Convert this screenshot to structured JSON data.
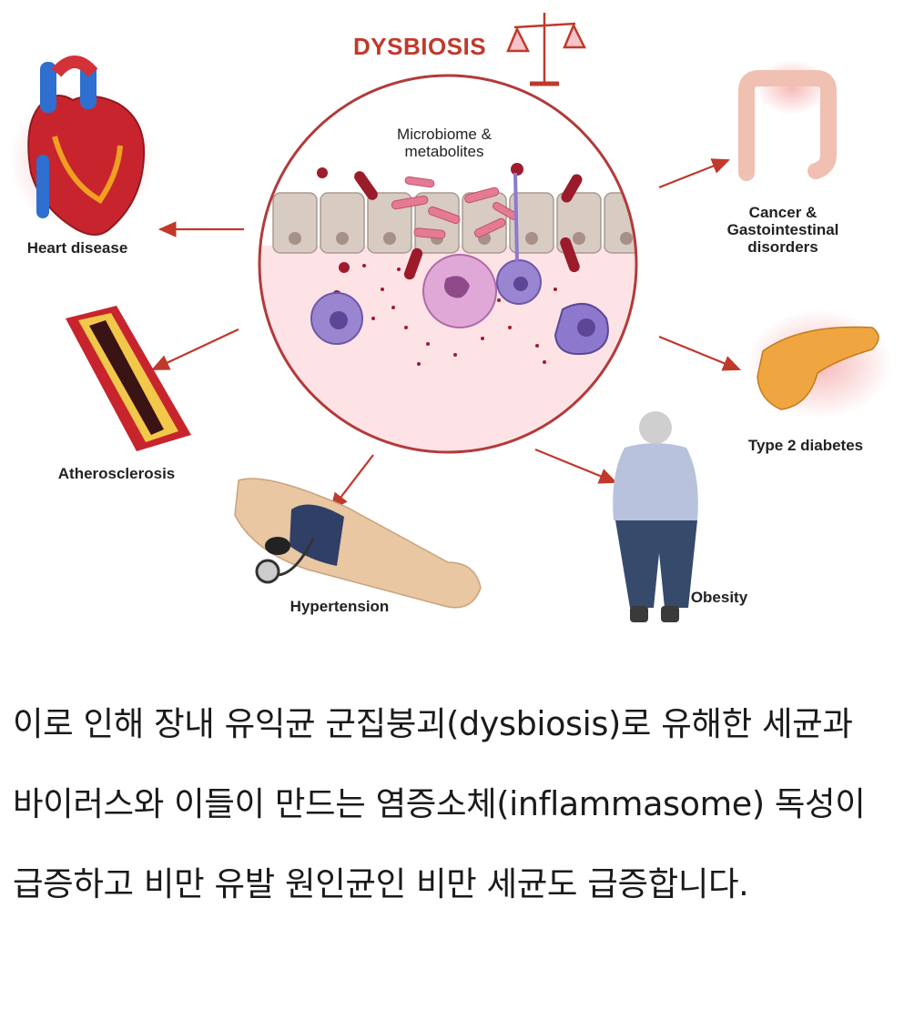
{
  "figure": {
    "title": "DYSBIOSIS",
    "center_label": "Microbiome &\nmetabolites",
    "outcomes": {
      "heart": "Heart disease",
      "athero": "Atherosclerosis",
      "hypertension": "Hypertension",
      "obesity": "Obesity",
      "diabetes": "Type 2 diabetes",
      "cancer": "Cancer &\nGastointestinal\ndisorders"
    },
    "colors": {
      "accent": "#c0392b",
      "arrow": "#c0392b",
      "tissue": "#fde3e6"
    }
  },
  "caption": "이로 인해 장내 유익균 군집붕괴(dysbiosis)로 유해한 세균과 바이러스와 이들이 만드는 염증소체(inflammasome) 독성이 급증하고 비만 유발 원인균인 비만 세균도 급증합니다."
}
